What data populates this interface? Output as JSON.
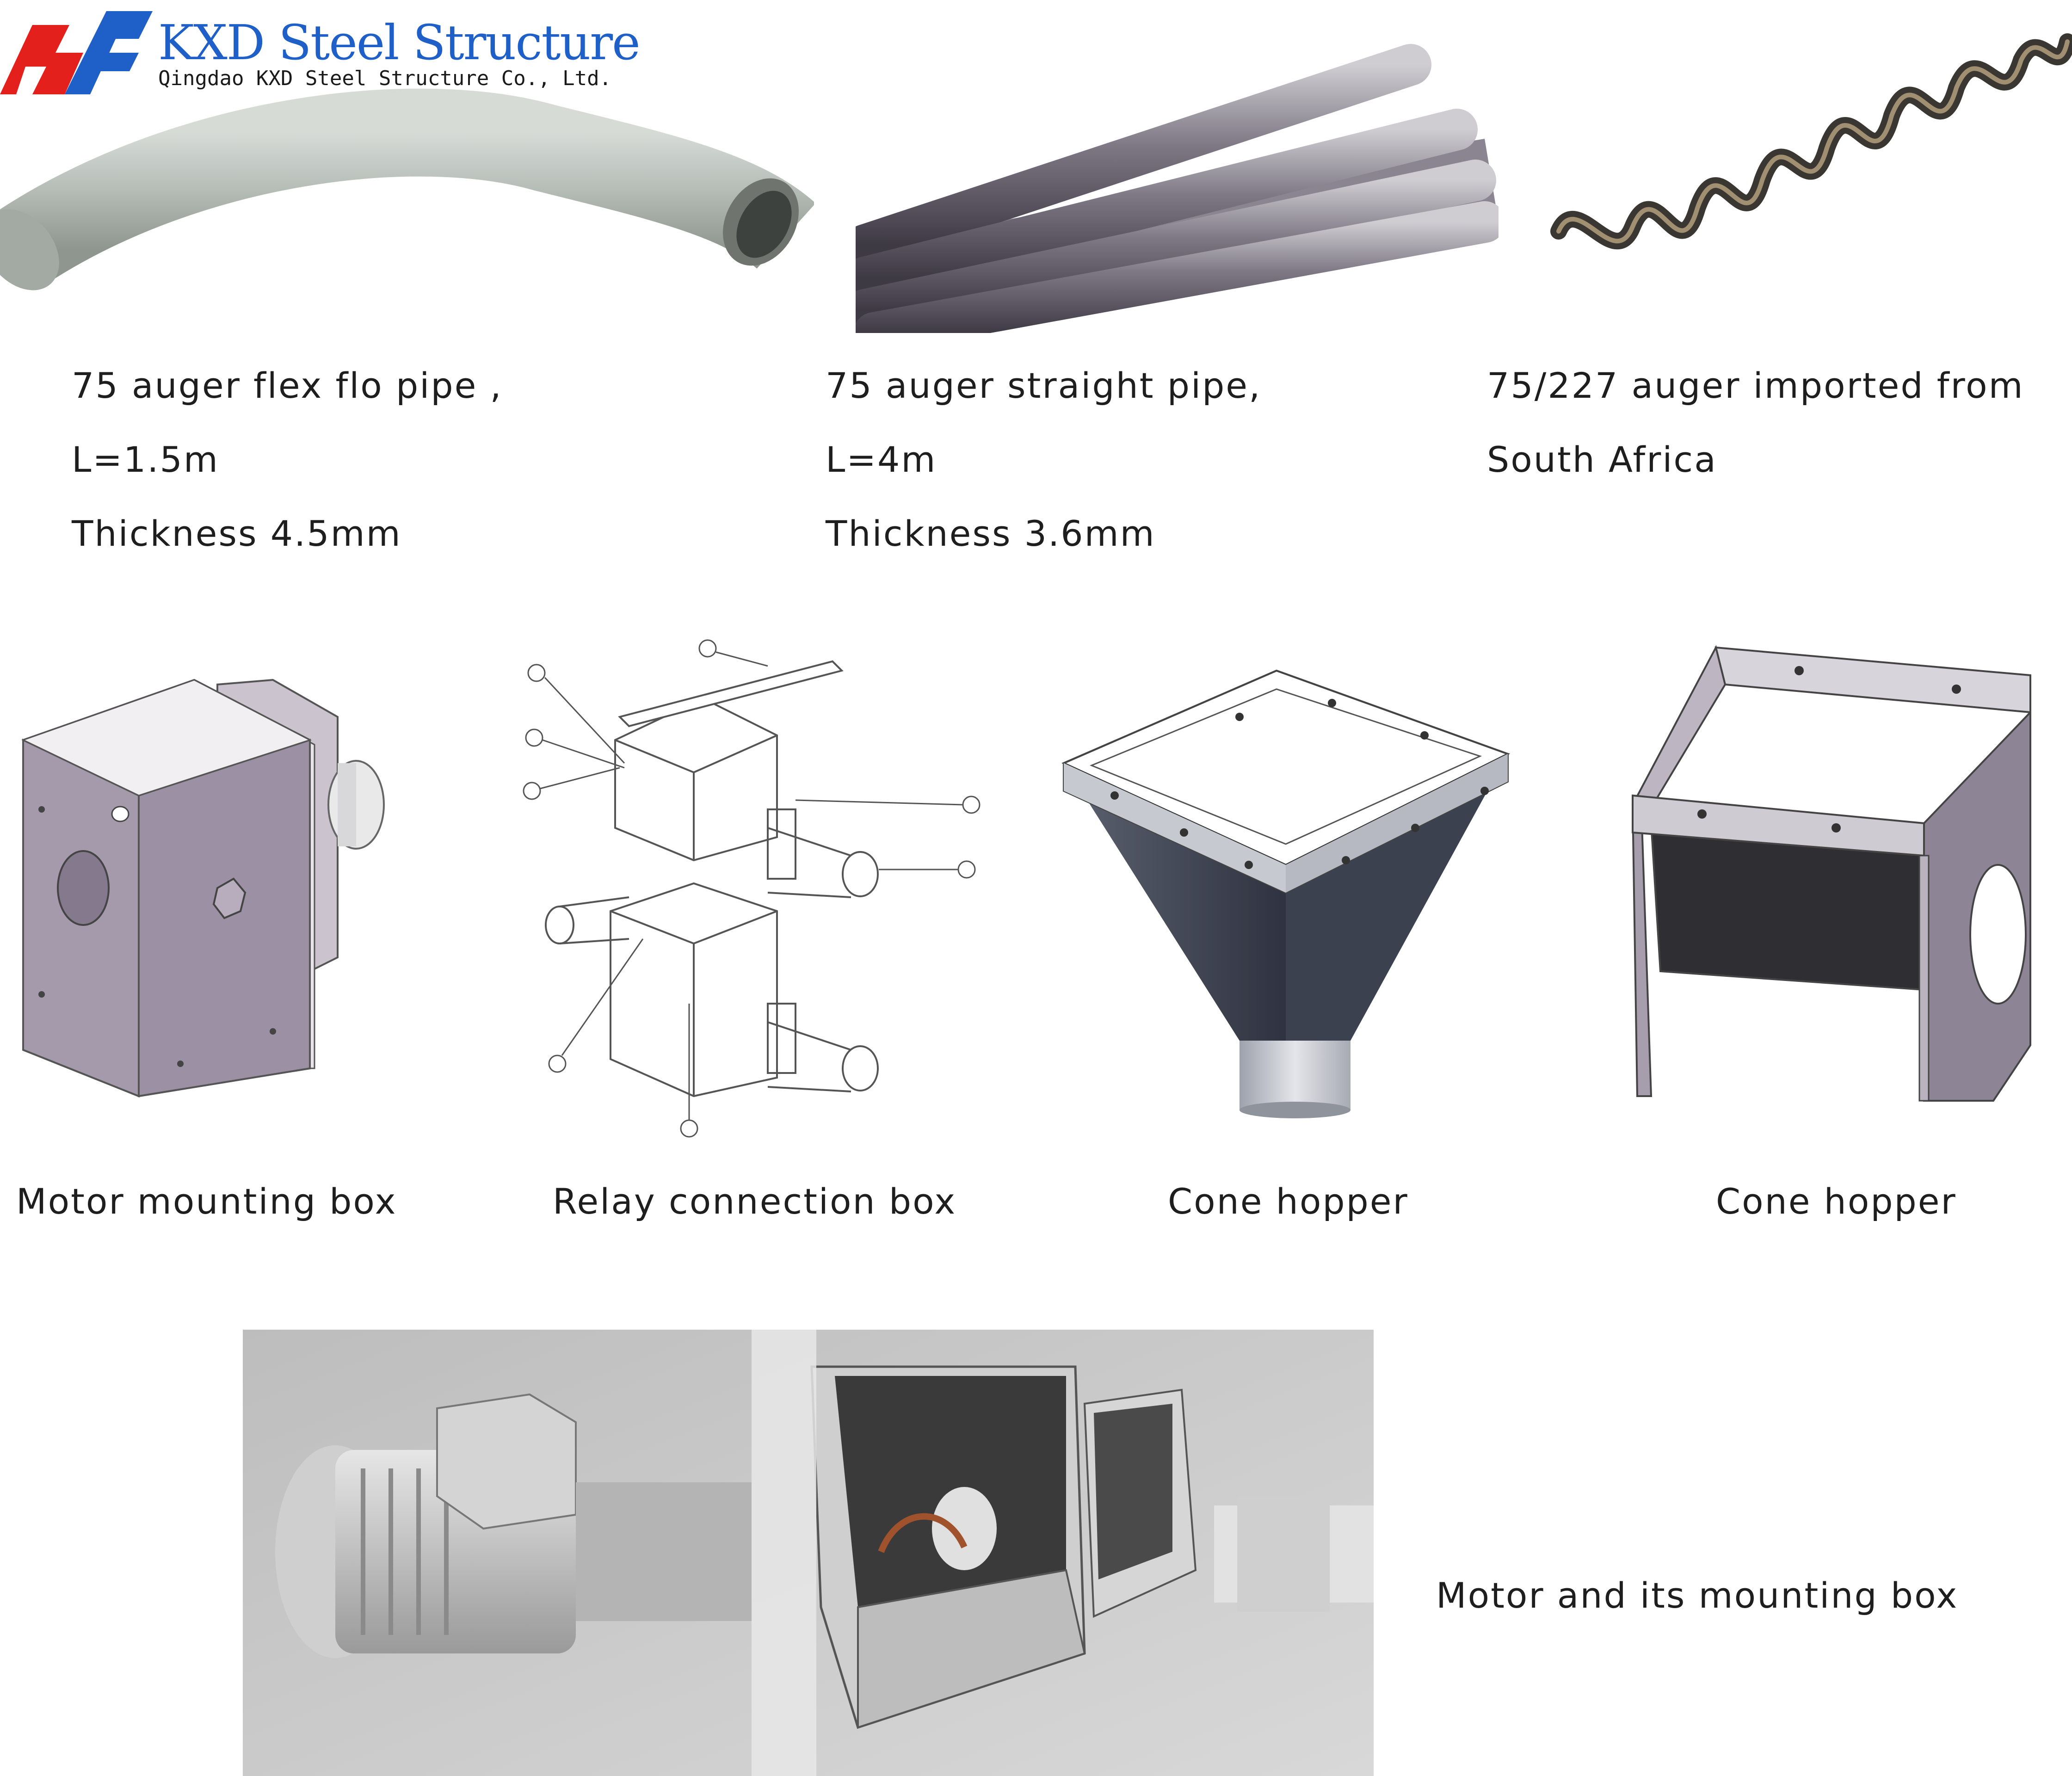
{
  "header": {
    "company_name": "KXD Steel Structure",
    "company_subtitle": "Qingdao KXD Steel Structure Co., Ltd.",
    "logo_colors": {
      "red": "#e3201b",
      "blue": "#1f5fc8"
    }
  },
  "products_row1": [
    {
      "line1": "75 auger flex flo pipe ,",
      "line2": "L=1.5m",
      "line3": "Thickness 4.5mm"
    },
    {
      "line1": "75 auger straight pipe,",
      "line2": "L=4m",
      "line3": "Thickness 3.6mm"
    },
    {
      "line1": "75/227 auger imported from",
      "line2": "South Africa"
    }
  ],
  "products_row2": [
    {
      "label": "Motor mounting box"
    },
    {
      "label": "Relay connection box"
    },
    {
      "label": "Cone hopper"
    },
    {
      "label": "Cone hopper"
    }
  ],
  "products_row3": {
    "label": "Motor and its mounting box"
  }
}
